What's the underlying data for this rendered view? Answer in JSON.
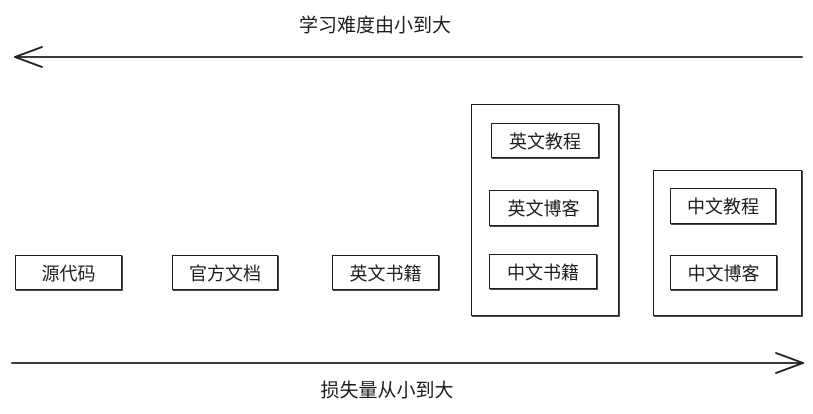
{
  "top_axis": {
    "label": "学习难度由小到大",
    "direction": "left"
  },
  "bottom_axis": {
    "label": "损失量从小到大",
    "direction": "right"
  },
  "standalone_items": [
    "源代码",
    "官方文档",
    "英文书籍"
  ],
  "groups": [
    {
      "items": [
        "英文教程",
        "英文博客",
        "中文书籍"
      ]
    },
    {
      "items": [
        "中文教程",
        "中文博客"
      ]
    }
  ]
}
